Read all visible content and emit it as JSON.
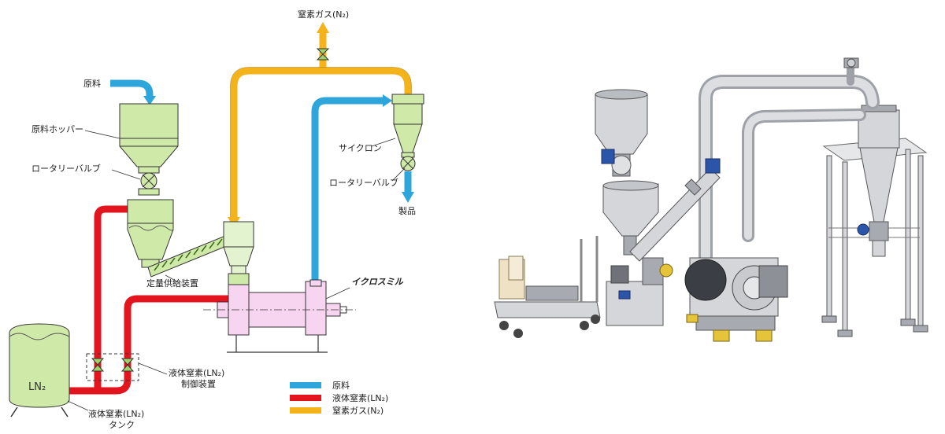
{
  "diagram": {
    "labels": {
      "raw_material": "原料",
      "raw_hopper": "原料ホッパー",
      "rotary_valve_1": "ロータリーバルブ",
      "feeder": "定量供給装置",
      "nitrogen_gas_out": "窒素ガス(N₂)",
      "cyclone": "サイクロン",
      "rotary_valve_2": "ロータリーバルブ",
      "product": "製品",
      "mill": "イクロスミル",
      "ln2_control": "液体窒素(LN₂)\n制御装置",
      "ln2_control_line1": "液体窒素(LN₂)",
      "ln2_control_line2": "制御装置",
      "ln2_tank_label_line1": "液体窒素(LN₂)",
      "ln2_tank_label_line2": "タンク",
      "tank_text": "LN₂"
    },
    "legend": [
      {
        "label": "原料",
        "color": "#2ea6dc"
      },
      {
        "label": "液体窒素(LN₂)",
        "color": "#e2141d"
      },
      {
        "label": "窒素ガス(N₂)",
        "color": "#f4b21b"
      }
    ],
    "colors": {
      "raw_line": "#2ea6dc",
      "ln2_line": "#e2141d",
      "n2_line": "#f4b21b",
      "equipment_green": "#cfe9a8",
      "mill_pink": "#f7d5f0"
    }
  },
  "illustration": {
    "subject": "machine-illustration"
  }
}
